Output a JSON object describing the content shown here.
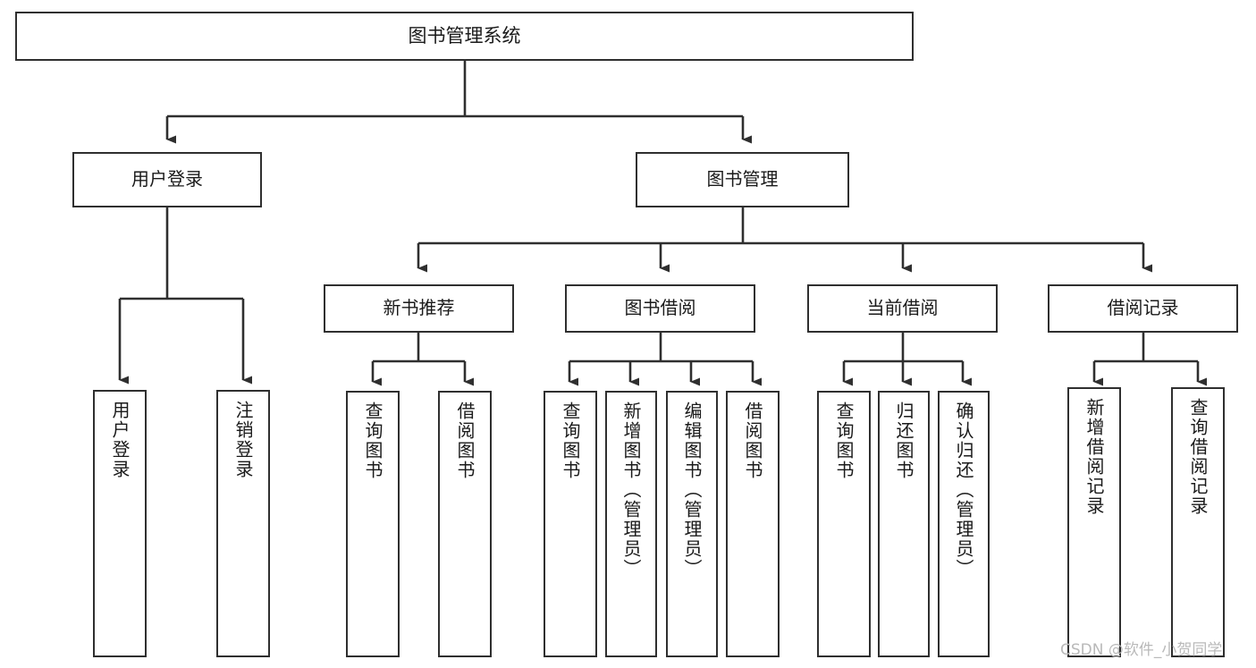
{
  "diagram": {
    "title": "图书管理系统",
    "type": "tree",
    "orientation": "top-down",
    "colors": {
      "background": "#ffffff",
      "box_border": "#2f2f2f",
      "box_fill": "#ffffff",
      "connector": "#2f2f2f",
      "text": "#1a1a1a",
      "watermark": "#b9b9b9"
    },
    "root": {
      "label": "图书管理系统",
      "text_direction": "horizontal"
    },
    "level2": [
      {
        "label": "用户登录",
        "text_direction": "horizontal"
      },
      {
        "label": "图书管理",
        "text_direction": "horizontal"
      }
    ],
    "level3": [
      {
        "label": "新书推荐",
        "text_direction": "horizontal"
      },
      {
        "label": "图书借阅",
        "text_direction": "horizontal"
      },
      {
        "label": "当前借阅",
        "text_direction": "horizontal"
      },
      {
        "label": "借阅记录",
        "text_direction": "horizontal"
      }
    ],
    "leaves": {
      "user_login": [
        {
          "label": "用户登录",
          "text_direction": "vertical"
        },
        {
          "label": "注销登录",
          "text_direction": "vertical"
        }
      ],
      "new_book_recommend": [
        {
          "label": "查询图书",
          "text_direction": "vertical"
        },
        {
          "label": "借阅图书",
          "text_direction": "vertical"
        }
      ],
      "book_borrow": [
        {
          "label": "查询图书",
          "text_direction": "vertical"
        },
        {
          "label": "新增图书（管理员）",
          "text_direction": "vertical"
        },
        {
          "label": "编辑图书（管理员）",
          "text_direction": "vertical"
        },
        {
          "label": "借阅图书",
          "text_direction": "vertical"
        }
      ],
      "current_borrow": [
        {
          "label": "查询图书",
          "text_direction": "vertical"
        },
        {
          "label": "归还图书",
          "text_direction": "vertical"
        },
        {
          "label": "确认归还（管理员）",
          "text_direction": "vertical"
        }
      ],
      "borrow_record": [
        {
          "label": "新增借阅记录",
          "text_direction": "vertical"
        },
        {
          "label": "查询借阅记录",
          "text_direction": "vertical"
        }
      ]
    }
  },
  "watermark": {
    "text": "CSDN @软件_小贺同学"
  }
}
